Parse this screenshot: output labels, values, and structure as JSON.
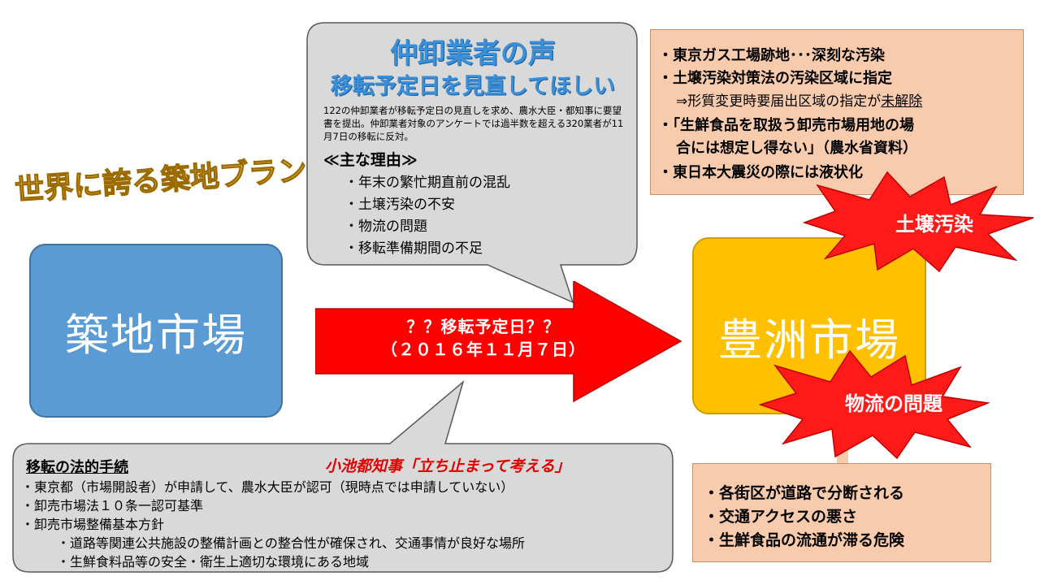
{
  "brand": {
    "text": "世界に誇る築地ブランド"
  },
  "tsukiji": {
    "label": "築地市場"
  },
  "toyosu": {
    "label": "豊洲市場"
  },
  "arrow": {
    "line1": "？？移転予定日？？",
    "line2": "（２０１６年１１月７日）"
  },
  "wholesaler": {
    "title1": "仲卸業者の声",
    "title2": "移転予定日を見直してほしい",
    "body": "122の仲卸業者が移転予定日の見直しを求め、農水大臣・都知事に要望書を提出。仲卸業者対象のアンケートでは過半数を超える320業者が11月7日の移転に反対。",
    "reasons_title": "≪主な理由≫",
    "reasons": [
      "・年末の繁忙期直前の混乱",
      "・土壌汚染の不安",
      "・物流の問題",
      "・移転準備期間の不足"
    ]
  },
  "legal": {
    "title": "移転の法的手続",
    "koike": "小池都知事「立ち止まって考える」",
    "items": [
      "・東京都（市場開設者）が申請して、農水大臣が認可（現時点では申請していない）",
      "・卸売市場法１０条一認可基準",
      "・卸売市場整備基本方針",
      "・道路等関連公共施設の整備計画との整合性が確保され、交通事情が良好な場所",
      "・生鮮食料品等の安全・衛生上適切な環境にある地域"
    ]
  },
  "risks": {
    "line1": "・東京ガス工場跡地･･･深刻な汚染",
    "line2": "・土壌汚染対策法の汚染区域に指定",
    "line3_prefix": "⇒形質変更時要届出区域の指定が",
    "line3_underlined": "未解除",
    "line4": "・「生鮮食品を取扱う卸売市場用地の場",
    "line5": "合には想定し得ない」（農水省資料）",
    "line6": "・東日本大震災の際には液状化"
  },
  "logistics": {
    "items": [
      "・各街区が道路で分断される",
      "・交通アクセスの悪さ",
      "・生鮮食品の流通が滞る危険"
    ]
  },
  "bursts": {
    "soil": "土壌汚染",
    "logistics": "物流の問題"
  },
  "colors": {
    "tsukiji": "#5b9bd5",
    "toyosu": "#ffc000",
    "arrow": "#ff0000",
    "burst": "#ff1a1a",
    "salmon": "#f8cbad",
    "callout": "#d9d9d9",
    "title_blue": "#3a90d8",
    "koike_red": "#e00000"
  }
}
